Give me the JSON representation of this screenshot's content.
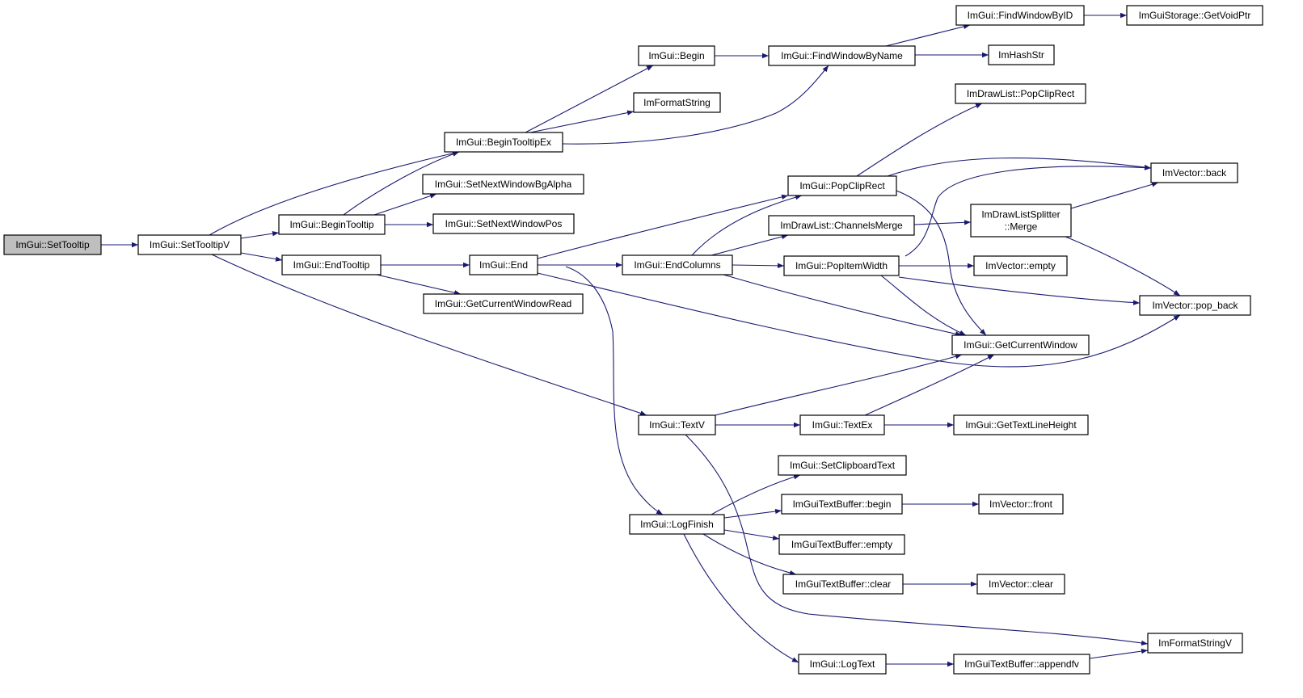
{
  "colors": {
    "edge": "#191970",
    "root_fill": "#bfbfbf",
    "node_fill": "#ffffff",
    "border": "#000000"
  },
  "nodes": {
    "settooltip": [
      "ImGui::SetTooltip"
    ],
    "settooltipv": [
      "ImGui::SetTooltipV"
    ],
    "begintooltip": [
      "ImGui::BeginTooltip"
    ],
    "endtooltip": [
      "ImGui::EndTooltip"
    ],
    "begintooltipex": [
      "ImGui::BeginTooltipEx"
    ],
    "setnextwindowbgalpha": [
      "ImGui::SetNextWindowBgAlpha"
    ],
    "setnextwindowpos": [
      "ImGui::SetNextWindowPos"
    ],
    "getcurrentwindowread": [
      "ImGui::GetCurrentWindowRead"
    ],
    "begin": [
      "ImGui::Begin"
    ],
    "imformatstring": [
      "ImFormatString"
    ],
    "end": [
      "ImGui::End"
    ],
    "findwindowbyname": [
      "ImGui::FindWindowByName"
    ],
    "findwindowbyid": [
      "ImGui::FindWindowByID"
    ],
    "getvoidptr": [
      "ImGuiStorage::GetVoidPtr"
    ],
    "imhashstr": [
      "ImHashStr"
    ],
    "drawlistpopcliprect": [
      "ImDrawList::PopClipRect"
    ],
    "guipopcliprect": [
      "ImGui::PopClipRect"
    ],
    "channelsmerge": [
      "ImDrawList::ChannelsMerge"
    ],
    "splittermerge": [
      "ImDrawListSplitter",
      "::Merge"
    ],
    "endcolumns": [
      "ImGui::EndColumns"
    ],
    "popitemwidth": [
      "ImGui::PopItemWidth"
    ],
    "vectorback": [
      "ImVector::back"
    ],
    "vectorempty": [
      "ImVector::empty"
    ],
    "vectorpopback": [
      "ImVector::pop_back"
    ],
    "getcurrentwindow": [
      "ImGui::GetCurrentWindow"
    ],
    "textv": [
      "ImGui::TextV"
    ],
    "textex": [
      "ImGui::TextEx"
    ],
    "gettextlineheight": [
      "ImGui::GetTextLineHeight"
    ],
    "setclipboardtext": [
      "ImGui::SetClipboardText"
    ],
    "logfinish": [
      "ImGui::LogFinish"
    ],
    "textbufferbegin": [
      "ImGuiTextBuffer::begin"
    ],
    "vectorfront": [
      "ImVector::front"
    ],
    "textbufferempty": [
      "ImGuiTextBuffer::empty"
    ],
    "textbufferclear": [
      "ImGuiTextBuffer::clear"
    ],
    "vectorclear": [
      "ImVector::clear"
    ],
    "imformatstringv": [
      "ImFormatStringV"
    ],
    "logtext": [
      "ImGui::LogText"
    ],
    "appendfv": [
      "ImGuiTextBuffer::appendfv"
    ]
  },
  "edges": [
    [
      "settooltip",
      "settooltipv"
    ],
    [
      "settooltipv",
      "begintooltipex"
    ],
    [
      "settooltipv",
      "begintooltip"
    ],
    [
      "settooltipv",
      "endtooltip"
    ],
    [
      "settooltipv",
      "textv"
    ],
    [
      "begintooltip",
      "begintooltipex"
    ],
    [
      "begintooltip",
      "setnextwindowbgalpha"
    ],
    [
      "begintooltip",
      "setnextwindowpos"
    ],
    [
      "begintooltipex",
      "begin"
    ],
    [
      "begintooltipex",
      "imformatstring"
    ],
    [
      "begintooltipex",
      "findwindowbyname"
    ],
    [
      "begin",
      "findwindowbyname"
    ],
    [
      "findwindowbyname",
      "findwindowbyid"
    ],
    [
      "findwindowbyname",
      "imhashstr"
    ],
    [
      "findwindowbyid",
      "getvoidptr"
    ],
    [
      "endtooltip",
      "end"
    ],
    [
      "endtooltip",
      "getcurrentwindowread"
    ],
    [
      "end",
      "endcolumns"
    ],
    [
      "end",
      "guipopcliprect"
    ],
    [
      "end",
      "vectorpopback"
    ],
    [
      "end",
      "logfinish"
    ],
    [
      "endcolumns",
      "guipopcliprect"
    ],
    [
      "endcolumns",
      "channelsmerge"
    ],
    [
      "endcolumns",
      "popitemwidth"
    ],
    [
      "endcolumns",
      "getcurrentwindow"
    ],
    [
      "guipopcliprect",
      "drawlistpopcliprect"
    ],
    [
      "guipopcliprect",
      "vectorback"
    ],
    [
      "guipopcliprect",
      "getcurrentwindow"
    ],
    [
      "channelsmerge",
      "splittermerge"
    ],
    [
      "splittermerge",
      "vectorback"
    ],
    [
      "splittermerge",
      "vectorpopback"
    ],
    [
      "popitemwidth",
      "vectorback"
    ],
    [
      "popitemwidth",
      "vectorempty"
    ],
    [
      "popitemwidth",
      "vectorpopback"
    ],
    [
      "popitemwidth",
      "getcurrentwindow"
    ],
    [
      "textv",
      "getcurrentwindow"
    ],
    [
      "textv",
      "textex"
    ],
    [
      "textv",
      "imformatstringv"
    ],
    [
      "textex",
      "gettextlineheight"
    ],
    [
      "textex",
      "getcurrentwindow"
    ],
    [
      "logfinish",
      "setclipboardtext"
    ],
    [
      "logfinish",
      "textbufferbegin"
    ],
    [
      "logfinish",
      "textbufferempty"
    ],
    [
      "logfinish",
      "textbufferclear"
    ],
    [
      "logfinish",
      "logtext"
    ],
    [
      "textbufferbegin",
      "vectorfront"
    ],
    [
      "textbufferclear",
      "vectorclear"
    ],
    [
      "logtext",
      "appendfv"
    ],
    [
      "appendfv",
      "imformatstringv"
    ]
  ]
}
